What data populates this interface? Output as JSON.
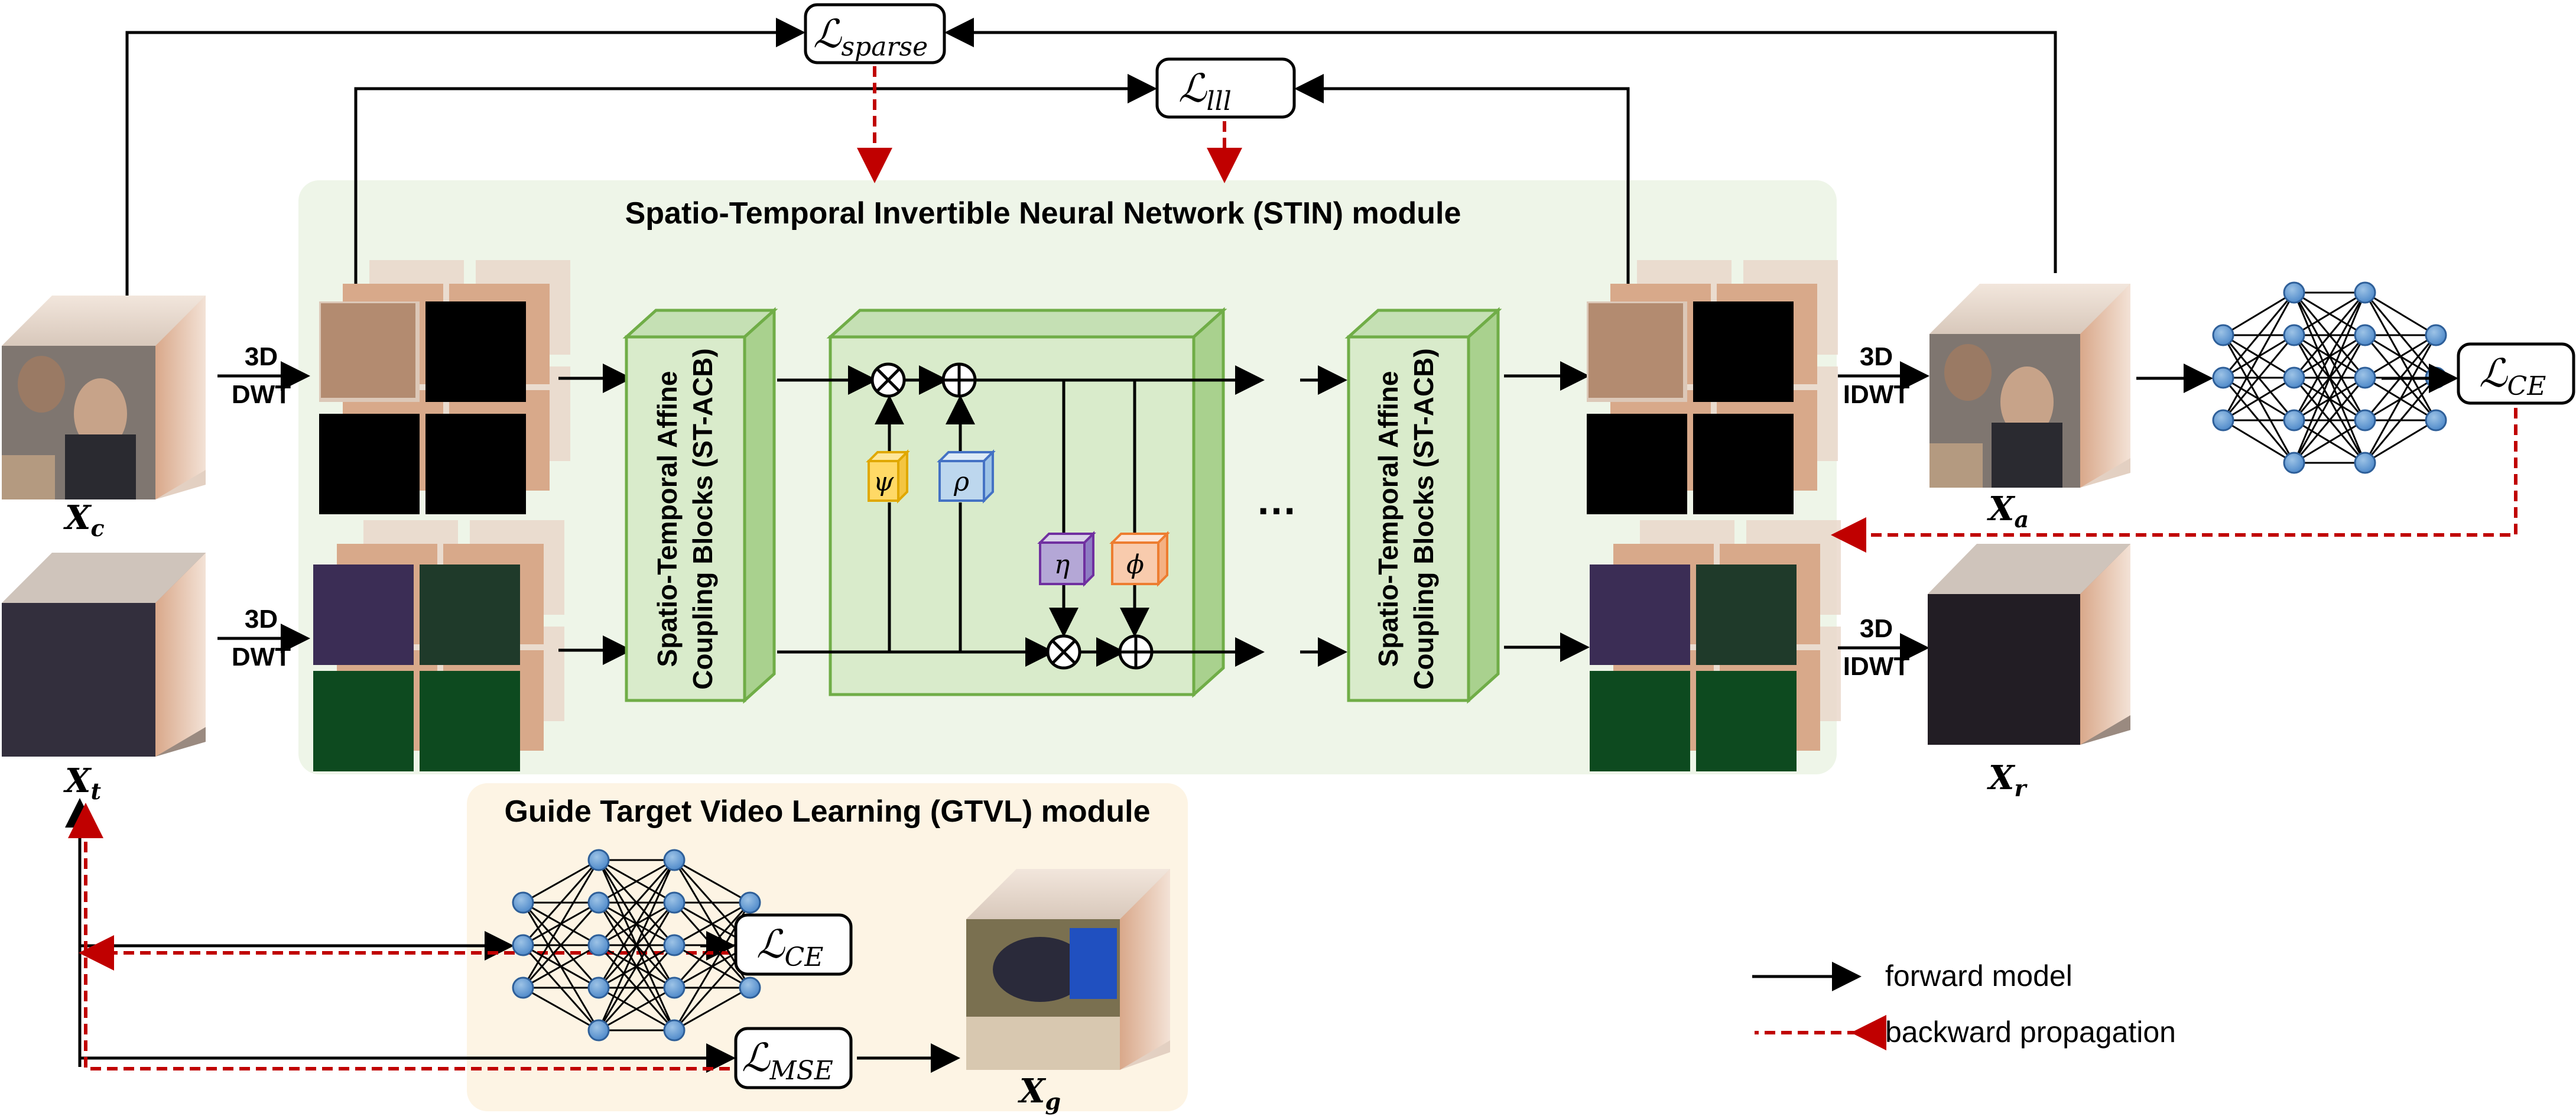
{
  "modules": {
    "stin_title": "Spatio-Temporal Invertible Neural Network (STIN) module",
    "gtvl_title": "Guide Target Video Learning (GTVL) module",
    "block_label_line1": "Spatio-Temporal Affine",
    "block_label_line2": "Coupling Blocks (ST-ACB)",
    "ellipsis": "…"
  },
  "transforms": {
    "dwt_line1": "3D",
    "dwt_line2": "DWT",
    "idwt_line1": "3D",
    "idwt_line2": "IDWT"
  },
  "losses": {
    "loss_symbol": "ℒ",
    "sparse_sub": "sparse",
    "lll_sub": "lll",
    "ce_sub": "CE",
    "mse_sub": "MSE"
  },
  "variables": {
    "symbol": "X",
    "cover_sub": "c",
    "target_sub": "t",
    "adv_sub": "a",
    "residual_sub": "r",
    "guide_sub": "g"
  },
  "coupling_ops": {
    "psi": "ψ",
    "rho": "ρ",
    "eta": "η",
    "phi": "ϕ"
  },
  "legend": {
    "forward": "forward model",
    "backward": "backward propagation"
  },
  "colors": {
    "forward_line": "#000000",
    "backward_line": "#c00000",
    "stin_bg": "#eef5e8",
    "gtvl_bg": "#fdf4e4",
    "block_green": "#d9ebcb",
    "block_border": "#70ad47",
    "node_blue": "#5b9bd5",
    "psi_yellow": "#ffd966",
    "rho_blue": "#bdd7ee",
    "eta_purple": "#b4a7d6",
    "phi_orange": "#f8cbad"
  }
}
